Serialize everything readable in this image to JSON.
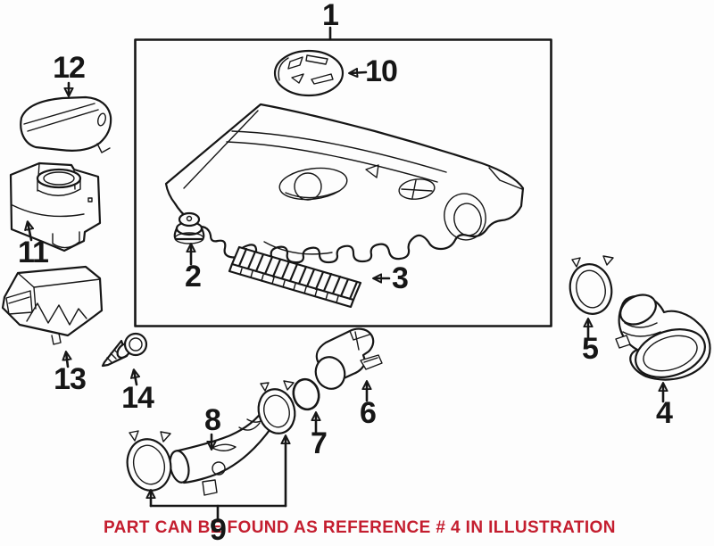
{
  "illustration": {
    "note": "PART CAN BE FOUND AS REFERENCE # 4 IN ILLUSTRATION",
    "colors": {
      "note_red": "#c41e2f",
      "line": "#161616",
      "background": "#fdfdfd"
    },
    "callouts": {
      "c1": "1",
      "c2": "2",
      "c3": "3",
      "c4": "4",
      "c5": "5",
      "c6": "6",
      "c7": "7",
      "c8": "8",
      "c9": "9",
      "c10": "10",
      "c11": "11",
      "c12": "12",
      "c13": "13",
      "c14": "14"
    }
  }
}
